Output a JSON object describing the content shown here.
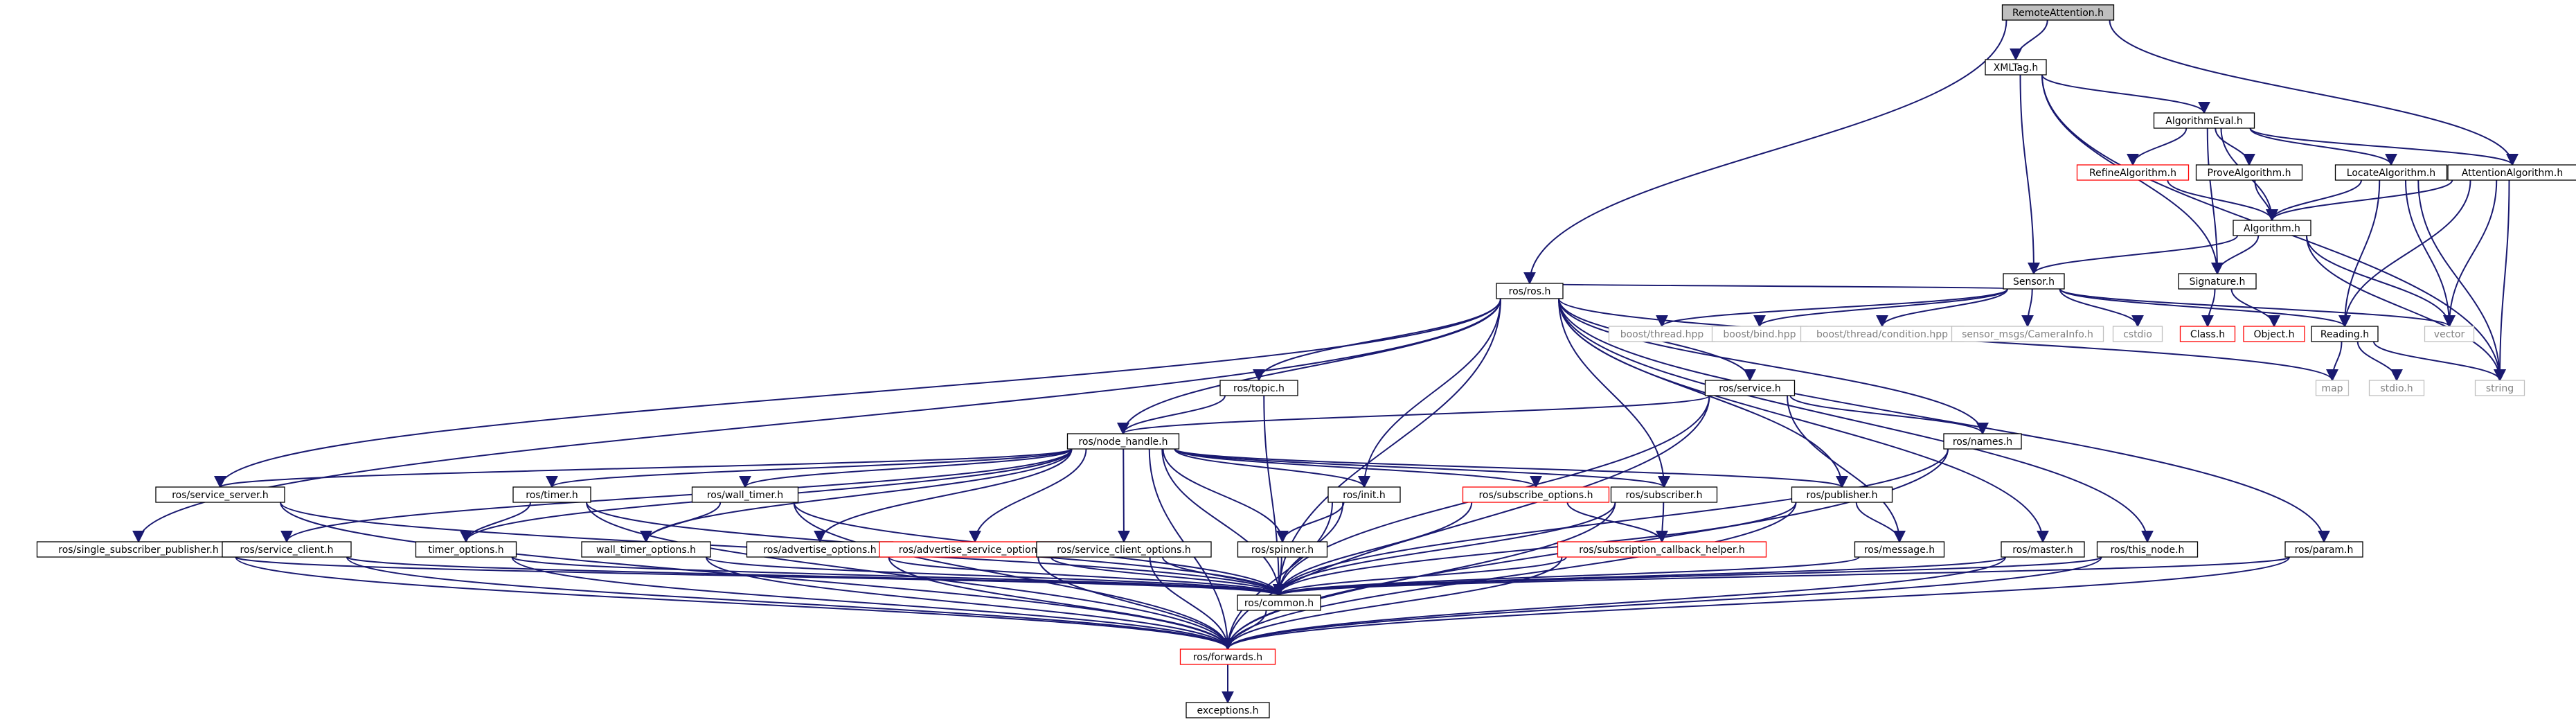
{
  "colors": {
    "edge": "#191970",
    "root_fill": "#bfbfbf",
    "normal_border": "#000000",
    "missing_border": "#ff0000",
    "external_border": "#bfbfbf",
    "external_text": "#808080"
  },
  "nodes": [
    {
      "id": "RemoteAttention",
      "label": "RemoteAttention.h",
      "kind": "root"
    },
    {
      "id": "XMLTag",
      "label": "XMLTag.h",
      "kind": "normal"
    },
    {
      "id": "AlgorithmEval",
      "label": "AlgorithmEval.h",
      "kind": "normal"
    },
    {
      "id": "RefineAlgorithm",
      "label": "RefineAlgorithm.h",
      "kind": "missing"
    },
    {
      "id": "ProveAlgorithm",
      "label": "ProveAlgorithm.h",
      "kind": "normal"
    },
    {
      "id": "LocateAlgorithm",
      "label": "LocateAlgorithm.h",
      "kind": "normal"
    },
    {
      "id": "AttentionAlgorithm",
      "label": "AttentionAlgorithm.h",
      "kind": "normal"
    },
    {
      "id": "Algorithm",
      "label": "Algorithm.h",
      "kind": "normal"
    },
    {
      "id": "Sensor",
      "label": "Sensor.h",
      "kind": "normal"
    },
    {
      "id": "Signature",
      "label": "Signature.h",
      "kind": "normal"
    },
    {
      "id": "Class",
      "label": "Class.h",
      "kind": "missing"
    },
    {
      "id": "Object",
      "label": "Object.h",
      "kind": "missing"
    },
    {
      "id": "Reading",
      "label": "Reading.h",
      "kind": "normal"
    },
    {
      "id": "vector",
      "label": "vector",
      "kind": "external"
    },
    {
      "id": "string",
      "label": "string",
      "kind": "external"
    },
    {
      "id": "map",
      "label": "map",
      "kind": "external"
    },
    {
      "id": "stdio",
      "label": "stdio.h",
      "kind": "external"
    },
    {
      "id": "ros",
      "label": "ros/ros.h",
      "kind": "normal"
    },
    {
      "id": "boostthread",
      "label": "boost/thread.hpp",
      "kind": "external"
    },
    {
      "id": "boostbind",
      "label": "boost/bind.hpp",
      "kind": "external"
    },
    {
      "id": "boostcond",
      "label": "boost/thread/condition.hpp",
      "kind": "external"
    },
    {
      "id": "camerainfo",
      "label": "sensor_msgs/CameraInfo.h",
      "kind": "external"
    },
    {
      "id": "cstdio",
      "label": "cstdio",
      "kind": "external"
    },
    {
      "id": "topic",
      "label": "ros/topic.h",
      "kind": "normal"
    },
    {
      "id": "service",
      "label": "ros/service.h",
      "kind": "normal"
    },
    {
      "id": "names",
      "label": "ros/names.h",
      "kind": "normal"
    },
    {
      "id": "nodehandle",
      "label": "ros/node_handle.h",
      "kind": "normal"
    },
    {
      "id": "serviceserver",
      "label": "ros/service_server.h",
      "kind": "normal"
    },
    {
      "id": "timer",
      "label": "ros/timer.h",
      "kind": "normal"
    },
    {
      "id": "walltimer",
      "label": "ros/wall_timer.h",
      "kind": "normal"
    },
    {
      "id": "init",
      "label": "ros/init.h",
      "kind": "normal"
    },
    {
      "id": "subscribeoptions",
      "label": "ros/subscribe_options.h",
      "kind": "missing"
    },
    {
      "id": "subscriber",
      "label": "ros/subscriber.h",
      "kind": "normal"
    },
    {
      "id": "publisher",
      "label": "ros/publisher.h",
      "kind": "normal"
    },
    {
      "id": "singlesub",
      "label": "ros/single_subscriber_publisher.h",
      "kind": "normal"
    },
    {
      "id": "serviceclient",
      "label": "ros/service_client.h",
      "kind": "normal"
    },
    {
      "id": "timeroptions",
      "label": "timer_options.h",
      "kind": "normal"
    },
    {
      "id": "walltimeroptions",
      "label": "wall_timer_options.h",
      "kind": "normal"
    },
    {
      "id": "advertiseoptions",
      "label": "ros/advertise_options.h",
      "kind": "normal"
    },
    {
      "id": "advertiseservice",
      "label": "ros/advertise_service_options.h",
      "kind": "missing"
    },
    {
      "id": "serviceclientoptions",
      "label": "ros/service_client_options.h",
      "kind": "normal"
    },
    {
      "id": "spinner",
      "label": "ros/spinner.h",
      "kind": "normal"
    },
    {
      "id": "callbackhelper",
      "label": "ros/subscription_callback_helper.h",
      "kind": "missing"
    },
    {
      "id": "message",
      "label": "ros/message.h",
      "kind": "normal"
    },
    {
      "id": "master",
      "label": "ros/master.h",
      "kind": "normal"
    },
    {
      "id": "thisnode",
      "label": "ros/this_node.h",
      "kind": "normal"
    },
    {
      "id": "param",
      "label": "ros/param.h",
      "kind": "normal"
    },
    {
      "id": "common",
      "label": "ros/common.h",
      "kind": "normal"
    },
    {
      "id": "forwards",
      "label": "ros/forwards.h",
      "kind": "missing"
    },
    {
      "id": "exceptions",
      "label": "exceptions.h",
      "kind": "normal"
    }
  ],
  "edges": [
    [
      "RemoteAttention",
      "XMLTag"
    ],
    [
      "RemoteAttention",
      "AttentionAlgorithm"
    ],
    [
      "RemoteAttention",
      "ros"
    ],
    [
      "XMLTag",
      "AlgorithmEval"
    ],
    [
      "XMLTag",
      "Sensor"
    ],
    [
      "XMLTag",
      "Signature"
    ],
    [
      "XMLTag",
      "string"
    ],
    [
      "AlgorithmEval",
      "RefineAlgorithm"
    ],
    [
      "AlgorithmEval",
      "ProveAlgorithm"
    ],
    [
      "AlgorithmEval",
      "LocateAlgorithm"
    ],
    [
      "AlgorithmEval",
      "AttentionAlgorithm"
    ],
    [
      "AlgorithmEval",
      "Algorithm"
    ],
    [
      "AlgorithmEval",
      "Signature"
    ],
    [
      "RefineAlgorithm",
      "Algorithm"
    ],
    [
      "ProveAlgorithm",
      "Algorithm"
    ],
    [
      "LocateAlgorithm",
      "Algorithm"
    ],
    [
      "LocateAlgorithm",
      "Reading"
    ],
    [
      "LocateAlgorithm",
      "vector"
    ],
    [
      "LocateAlgorithm",
      "string"
    ],
    [
      "AttentionAlgorithm",
      "Algorithm"
    ],
    [
      "AttentionAlgorithm",
      "Reading"
    ],
    [
      "AttentionAlgorithm",
      "vector"
    ],
    [
      "AttentionAlgorithm",
      "string"
    ],
    [
      "Algorithm",
      "Sensor"
    ],
    [
      "Algorithm",
      "Signature"
    ],
    [
      "Algorithm",
      "vector"
    ],
    [
      "Algorithm",
      "string"
    ],
    [
      "Sensor",
      "ros"
    ],
    [
      "Sensor",
      "boostthread"
    ],
    [
      "Sensor",
      "boostbind"
    ],
    [
      "Sensor",
      "boostcond"
    ],
    [
      "Sensor",
      "camerainfo"
    ],
    [
      "Sensor",
      "cstdio"
    ],
    [
      "Sensor",
      "Reading"
    ],
    [
      "Sensor",
      "vector"
    ],
    [
      "Signature",
      "Class"
    ],
    [
      "Signature",
      "Object"
    ],
    [
      "Reading",
      "map"
    ],
    [
      "Reading",
      "stdio"
    ],
    [
      "Reading",
      "string"
    ],
    [
      "ros",
      "topic"
    ],
    [
      "ros",
      "service"
    ],
    [
      "ros",
      "names"
    ],
    [
      "ros",
      "nodehandle"
    ],
    [
      "ros",
      "init"
    ],
    [
      "ros",
      "subscriber"
    ],
    [
      "ros",
      "publisher"
    ],
    [
      "ros",
      "serviceserver"
    ],
    [
      "ros",
      "singlesub"
    ],
    [
      "ros",
      "master"
    ],
    [
      "ros",
      "thisnode"
    ],
    [
      "ros",
      "param"
    ],
    [
      "ros",
      "common"
    ],
    [
      "ros",
      "map"
    ],
    [
      "topic",
      "nodehandle"
    ],
    [
      "topic",
      "common"
    ],
    [
      "service",
      "nodehandle"
    ],
    [
      "service",
      "names"
    ],
    [
      "service",
      "message"
    ],
    [
      "service",
      "common"
    ],
    [
      "service",
      "forwards"
    ],
    [
      "names",
      "common"
    ],
    [
      "names",
      "forwards"
    ],
    [
      "nodehandle",
      "serviceserver"
    ],
    [
      "nodehandle",
      "timer"
    ],
    [
      "nodehandle",
      "walltimer"
    ],
    [
      "nodehandle",
      "init"
    ],
    [
      "nodehandle",
      "subscribeoptions"
    ],
    [
      "nodehandle",
      "subscriber"
    ],
    [
      "nodehandle",
      "publisher"
    ],
    [
      "nodehandle",
      "serviceclient"
    ],
    [
      "nodehandle",
      "timeroptions"
    ],
    [
      "nodehandle",
      "walltimeroptions"
    ],
    [
      "nodehandle",
      "advertiseoptions"
    ],
    [
      "nodehandle",
      "advertiseservice"
    ],
    [
      "nodehandle",
      "serviceclientoptions"
    ],
    [
      "nodehandle",
      "spinner"
    ],
    [
      "nodehandle",
      "common"
    ],
    [
      "nodehandle",
      "forwards"
    ],
    [
      "serviceserver",
      "common"
    ],
    [
      "serviceserver",
      "forwards"
    ],
    [
      "timer",
      "timeroptions"
    ],
    [
      "timer",
      "common"
    ],
    [
      "timer",
      "forwards"
    ],
    [
      "walltimer",
      "walltimeroptions"
    ],
    [
      "walltimer",
      "common"
    ],
    [
      "walltimer",
      "forwards"
    ],
    [
      "init",
      "spinner"
    ],
    [
      "init",
      "common"
    ],
    [
      "init",
      "forwards"
    ],
    [
      "subscribeoptions",
      "callbackhelper"
    ],
    [
      "subscribeoptions",
      "common"
    ],
    [
      "subscriber",
      "callbackhelper"
    ],
    [
      "subscriber",
      "common"
    ],
    [
      "subscriber",
      "forwards"
    ],
    [
      "publisher",
      "message"
    ],
    [
      "publisher",
      "common"
    ],
    [
      "publisher",
      "forwards"
    ],
    [
      "singlesub",
      "common"
    ],
    [
      "singlesub",
      "forwards"
    ],
    [
      "serviceclient",
      "common"
    ],
    [
      "serviceclient",
      "forwards"
    ],
    [
      "timeroptions",
      "common"
    ],
    [
      "timeroptions",
      "forwards"
    ],
    [
      "walltimeroptions",
      "common"
    ],
    [
      "walltimeroptions",
      "forwards"
    ],
    [
      "advertiseoptions",
      "common"
    ],
    [
      "advertiseoptions",
      "forwards"
    ],
    [
      "advertiseservice",
      "common"
    ],
    [
      "advertiseservice",
      "forwards"
    ],
    [
      "serviceclientoptions",
      "common"
    ],
    [
      "serviceclientoptions",
      "forwards"
    ],
    [
      "spinner",
      "common"
    ],
    [
      "callbackhelper",
      "common"
    ],
    [
      "callbackhelper",
      "forwards"
    ],
    [
      "message",
      "common"
    ],
    [
      "master",
      "common"
    ],
    [
      "master",
      "forwards"
    ],
    [
      "thisnode",
      "common"
    ],
    [
      "thisnode",
      "forwards"
    ],
    [
      "param",
      "common"
    ],
    [
      "param",
      "forwards"
    ],
    [
      "common",
      "forwards"
    ],
    [
      "forwards",
      "exceptions"
    ]
  ]
}
